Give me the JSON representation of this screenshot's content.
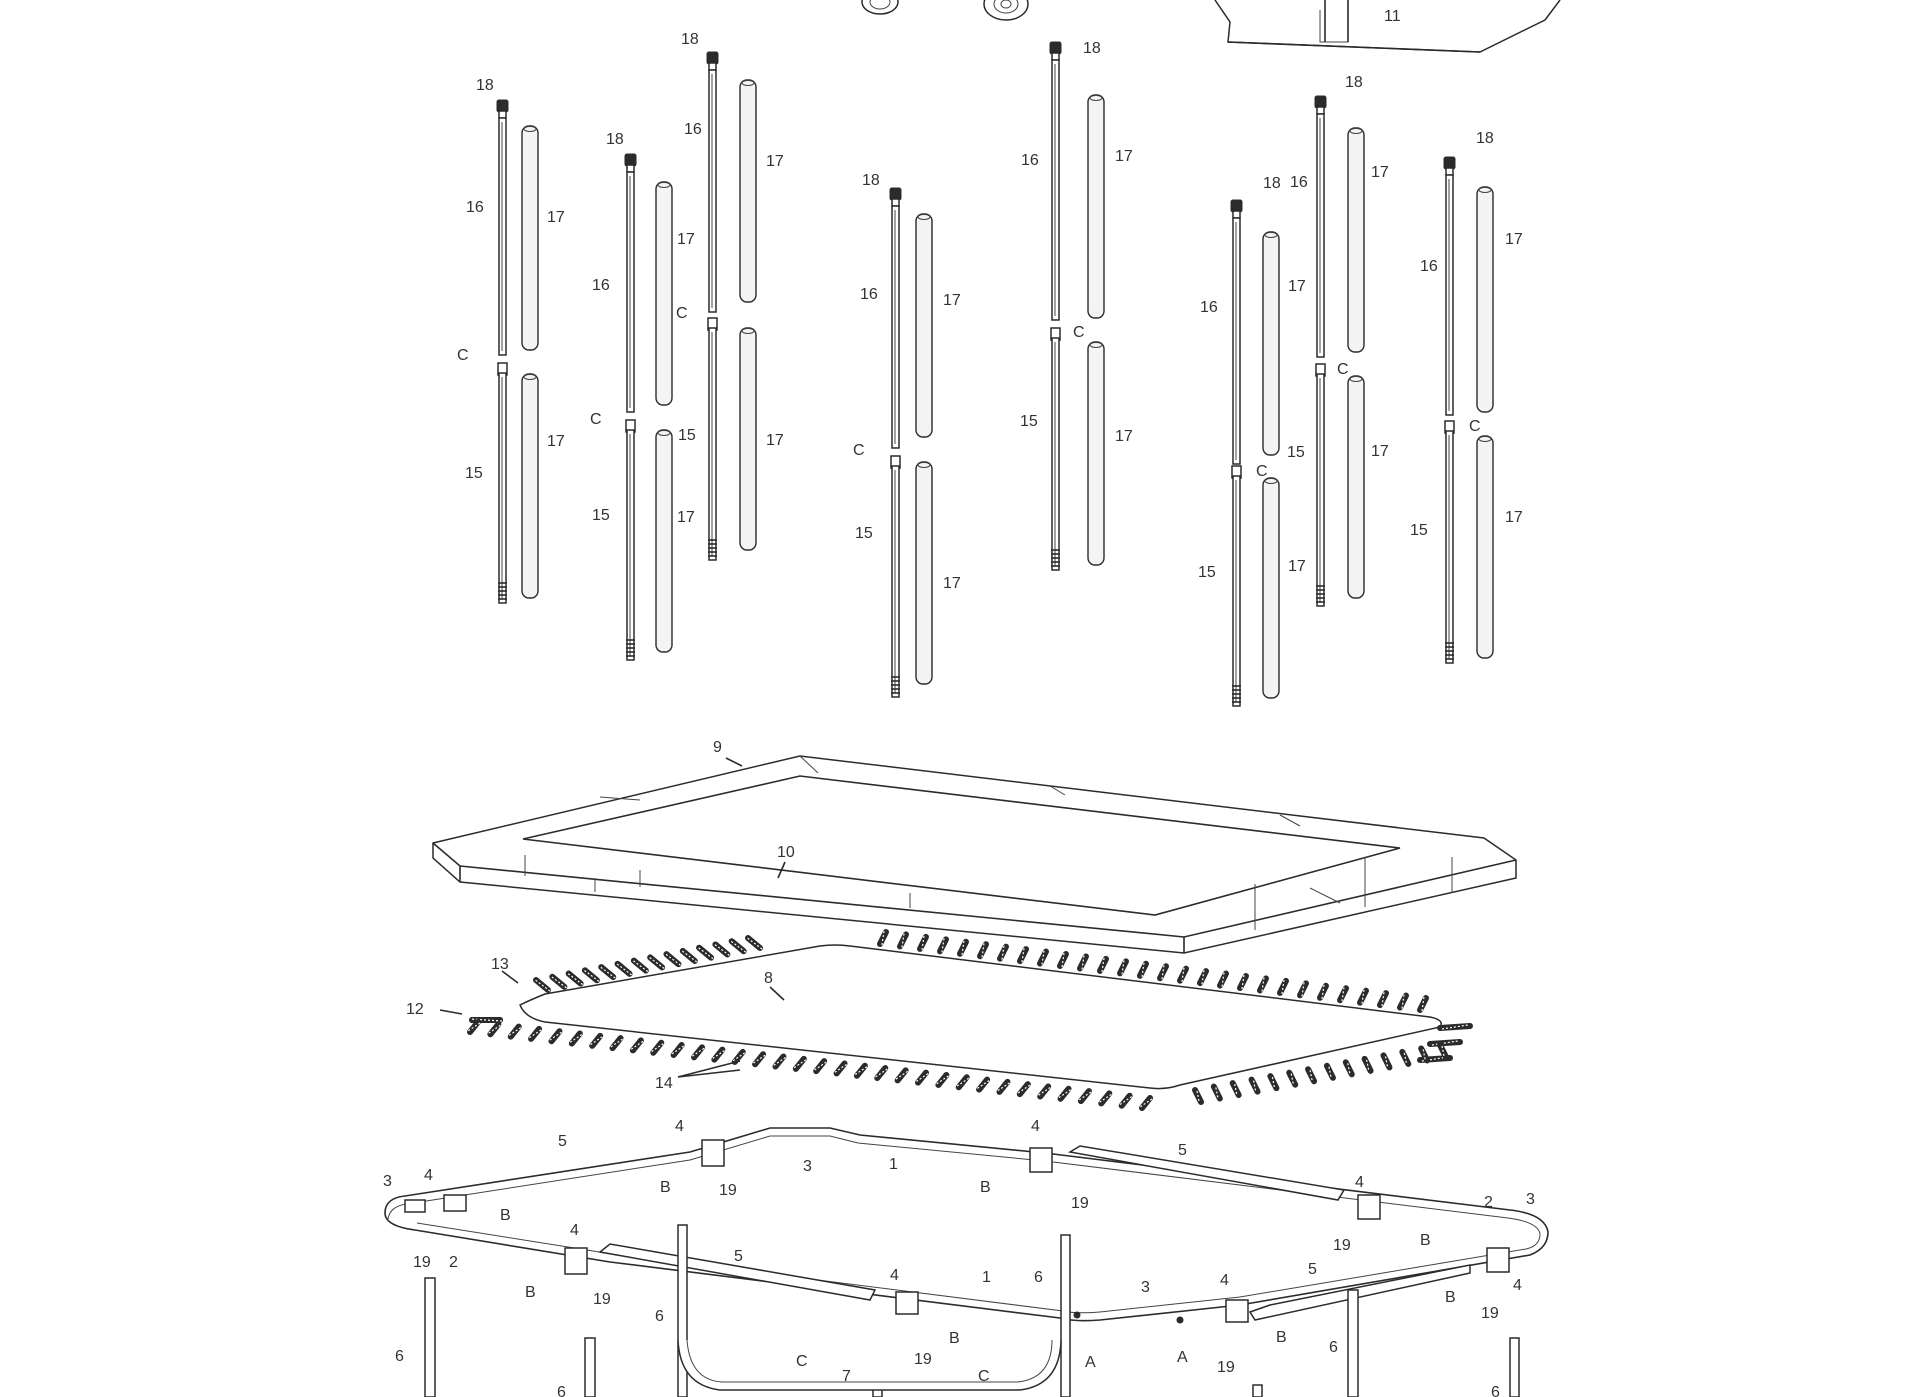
{
  "diagram": {
    "kind": "exploded-assembly",
    "part_labels": {
      "p1": "1",
      "p2": "2",
      "p3": "3",
      "p4": "4",
      "p5": "5",
      "p6": "6",
      "p7": "7",
      "p8": "8",
      "p9": "9",
      "p10": "10",
      "p11": "11",
      "p12": "12",
      "p13": "13",
      "p14": "14",
      "p15": "15",
      "p16": "16",
      "p17": "17",
      "p18": "18",
      "p19": "19",
      "pA": "A",
      "pB": "B",
      "pC": "C"
    }
  }
}
